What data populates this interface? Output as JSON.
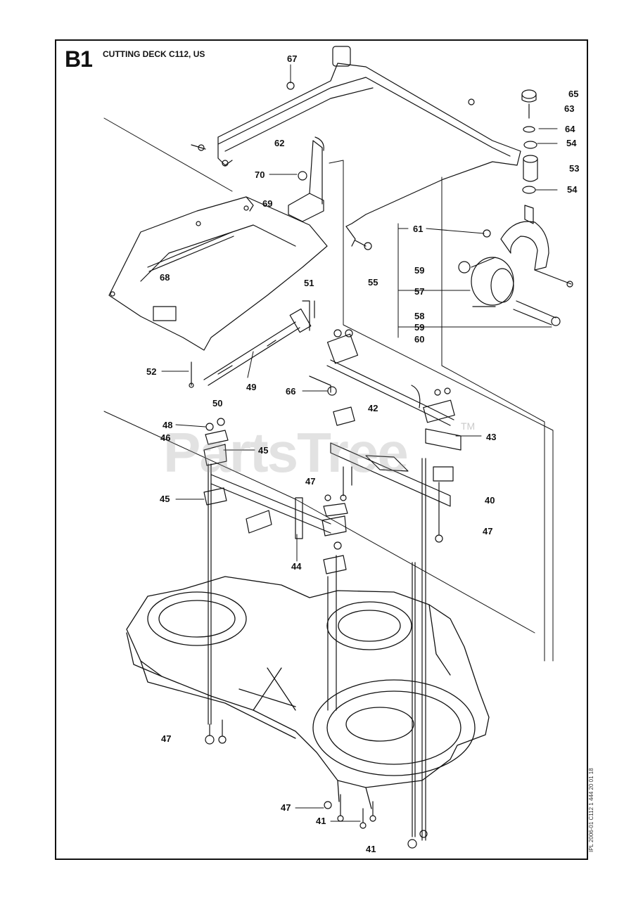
{
  "header": {
    "sheet_id": "B1",
    "title": "CUTTING DECK C112, US"
  },
  "watermark": {
    "text": "PartsTree",
    "tm": "TM"
  },
  "side_reference": "IPL 2006-01 C112 1 444 20 01 18",
  "callouts": [
    {
      "id": "c67",
      "label": "67"
    },
    {
      "id": "c65",
      "label": "65"
    },
    {
      "id": "c63",
      "label": "63"
    },
    {
      "id": "c64",
      "label": "64"
    },
    {
      "id": "c54a",
      "label": "54"
    },
    {
      "id": "c62",
      "label": "62"
    },
    {
      "id": "c70",
      "label": "70"
    },
    {
      "id": "c53",
      "label": "53"
    },
    {
      "id": "c54b",
      "label": "54"
    },
    {
      "id": "c69",
      "label": "69"
    },
    {
      "id": "c61",
      "label": "61"
    },
    {
      "id": "c68",
      "label": "68"
    },
    {
      "id": "c59a",
      "label": "59"
    },
    {
      "id": "c55",
      "label": "55"
    },
    {
      "id": "c57",
      "label": "57"
    },
    {
      "id": "c51",
      "label": "51"
    },
    {
      "id": "c58",
      "label": "58"
    },
    {
      "id": "c59b",
      "label": "59"
    },
    {
      "id": "c60",
      "label": "60"
    },
    {
      "id": "c52",
      "label": "52"
    },
    {
      "id": "c49",
      "label": "49"
    },
    {
      "id": "c66",
      "label": "66"
    },
    {
      "id": "c50",
      "label": "50"
    },
    {
      "id": "c42",
      "label": "42"
    },
    {
      "id": "c48",
      "label": "48"
    },
    {
      "id": "c46",
      "label": "46"
    },
    {
      "id": "c45a",
      "label": "45"
    },
    {
      "id": "c43",
      "label": "43"
    },
    {
      "id": "c47a",
      "label": "47"
    },
    {
      "id": "c45b",
      "label": "45"
    },
    {
      "id": "c40",
      "label": "40"
    },
    {
      "id": "c47b",
      "label": "47"
    },
    {
      "id": "c44",
      "label": "44"
    },
    {
      "id": "c47c",
      "label": "47"
    },
    {
      "id": "c47d",
      "label": "47"
    },
    {
      "id": "c41a",
      "label": "41"
    },
    {
      "id": "c41b",
      "label": "41"
    }
  ],
  "colors": {
    "line": "#111111",
    "frame": "#111111",
    "watermark": "#9a9a9a"
  }
}
